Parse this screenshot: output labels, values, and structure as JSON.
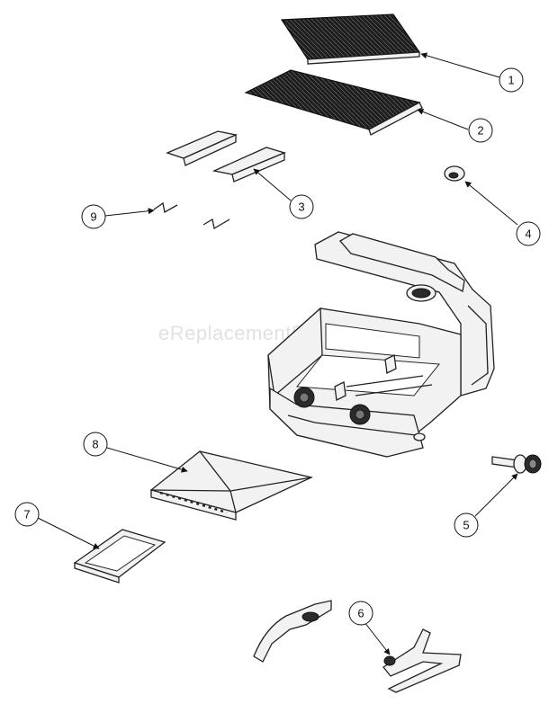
{
  "watermark": "eReplacementParts.com",
  "callouts": [
    {
      "number": "1",
      "part": "upper-cooking-grate"
    },
    {
      "number": "2",
      "part": "lower-cooking-grate"
    },
    {
      "number": "3",
      "part": "heat-tent"
    },
    {
      "number": "4",
      "part": "control-knob"
    },
    {
      "number": "5",
      "part": "valve-regulator"
    },
    {
      "number": "6",
      "part": "leg-stand"
    },
    {
      "number": "7",
      "part": "grease-tray"
    },
    {
      "number": "8",
      "part": "drip-pan"
    },
    {
      "number": "9",
      "part": "hinge-pin"
    }
  ]
}
